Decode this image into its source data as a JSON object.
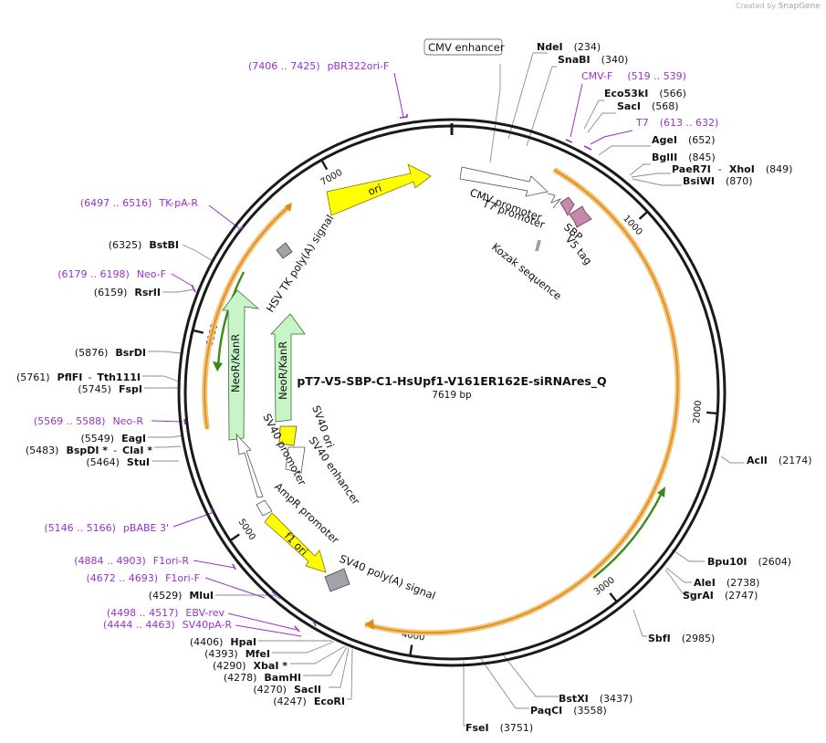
{
  "brand": {
    "prefix": "Created by",
    "name": "SnapGene"
  },
  "plasmid": {
    "name": "pT7-V5-SBP-C1-HsUpf1-V161ER162E-siRNAres_Q",
    "length": 7619,
    "length_label": "7619 bp"
  },
  "ticks": [
    {
      "bp": 1000,
      "label": "1000"
    },
    {
      "bp": 2000,
      "label": "2000"
    },
    {
      "bp": 3000,
      "label": "3000"
    },
    {
      "bp": 4000,
      "label": "4000"
    },
    {
      "bp": 5000,
      "label": "5000"
    },
    {
      "bp": 6000,
      "label": "6000"
    },
    {
      "bp": 7000,
      "label": "7000"
    }
  ],
  "features": [
    {
      "name": "CMV enhancer",
      "boxed": true
    },
    {
      "name": "CMV promoter"
    },
    {
      "name": "T7 promoter"
    },
    {
      "name": "SBP"
    },
    {
      "name": "V5 tag"
    },
    {
      "name": "Kozak sequence"
    },
    {
      "name": "ori"
    },
    {
      "name": "HSV TK poly(A) signal"
    },
    {
      "name": "NeoR/KanR"
    },
    {
      "name": "NeoR/KanR"
    },
    {
      "name": "SV40 ori"
    },
    {
      "name": "SV40 enhancer"
    },
    {
      "name": "SV40 promoter"
    },
    {
      "name": "AmpR promoter"
    },
    {
      "name": "f1 ori"
    },
    {
      "name": "SV40 poly(A) signal"
    }
  ],
  "enzymes": [
    {
      "name": "NdeI",
      "pos": "(234)"
    },
    {
      "name": "SnaBI",
      "pos": "(340)"
    },
    {
      "name": "Eco53kI",
      "pos": "(566)"
    },
    {
      "name": "SacI",
      "pos": "(568)"
    },
    {
      "name": "AgeI",
      "pos": "(652)"
    },
    {
      "name": "BglII",
      "pos": "(845)"
    },
    {
      "name": "PaeR7I",
      "name2": "XhoI",
      "pos": "(849)"
    },
    {
      "name": "BsiWI",
      "pos": "(870)"
    },
    {
      "name": "AclI",
      "pos": "(2174)"
    },
    {
      "name": "Bpu10I",
      "pos": "(2604)"
    },
    {
      "name": "AleI",
      "pos": "(2738)"
    },
    {
      "name": "SgrAI",
      "pos": "(2747)"
    },
    {
      "name": "SbfI",
      "pos": "(2985)"
    },
    {
      "name": "BstXI",
      "pos": "(3437)"
    },
    {
      "name": "PaqCI",
      "pos": "(3558)"
    },
    {
      "name": "FseI",
      "pos": "(3751)"
    },
    {
      "name": "EcoRI",
      "pos": "(4247)"
    },
    {
      "name": "SacII",
      "pos": "(4270)"
    },
    {
      "name": "BamHI",
      "pos": "(4278)"
    },
    {
      "name": "XbaI *",
      "pos": "(4290)"
    },
    {
      "name": "MfeI",
      "pos": "(4393)"
    },
    {
      "name": "HpaI",
      "pos": "(4406)"
    },
    {
      "name": "MluI",
      "pos": "(4529)"
    },
    {
      "name": "StuI",
      "pos": "(5464)"
    },
    {
      "name": "BspDI *",
      "name2": "ClaI *",
      "pos": "(5483)"
    },
    {
      "name": "EagI",
      "pos": "(5549)"
    },
    {
      "name": "FspI",
      "pos": "(5745)"
    },
    {
      "name": "PflFI",
      "name2": "Tth111I",
      "pos": "(5761)"
    },
    {
      "name": "BsrDI",
      "pos": "(5876)"
    },
    {
      "name": "RsrII",
      "pos": "(6159)"
    },
    {
      "name": "BstBI",
      "pos": "(6325)"
    }
  ],
  "primers": [
    {
      "name": "pBR322ori-F",
      "range": "(7406 .. 7425)"
    },
    {
      "name": "CMV-F",
      "range": "(519 .. 539)"
    },
    {
      "name": "T7",
      "range": "(613 .. 632)"
    },
    {
      "name": "TK-pA-R",
      "range": "(6497 .. 6516)"
    },
    {
      "name": "Neo-F",
      "range": "(6179 .. 6198)"
    },
    {
      "name": "Neo-R",
      "range": "(5569 .. 5588)"
    },
    {
      "name": "pBABE 3'",
      "range": "(5146 .. 5166)"
    },
    {
      "name": "F1ori-R",
      "range": "(4884 .. 4903)"
    },
    {
      "name": "F1ori-F",
      "range": "(4672 .. 4693)"
    },
    {
      "name": "EBV-rev",
      "range": "(4498 .. 4517)"
    },
    {
      "name": "SV40pA-R",
      "range": "(4444 .. 4463)"
    }
  ],
  "colors": {
    "backbone": "#1a1a1a",
    "primer": "#9b30d0",
    "insert_band": "#f0c27a",
    "insert_line": "#e08a10",
    "orf_green": "#3a8a1a",
    "ori_yellow": "#ffff00",
    "neo_green": "#c8f5c8",
    "tag_mauve": "#c48aa8",
    "polyA_gray": "#a0a4a8"
  }
}
